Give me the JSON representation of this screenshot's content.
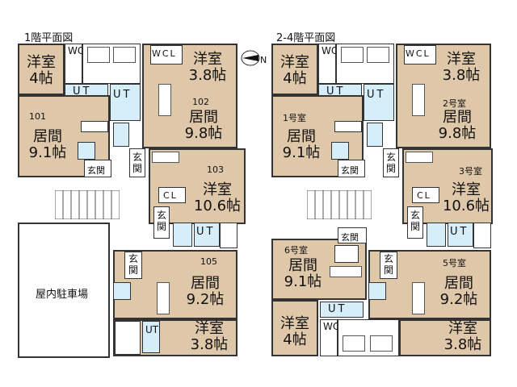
{
  "plans": {
    "left": {
      "title": "1階平面図",
      "rooms": {
        "a_youshitsu": "洋室",
        "a_size": "4帖",
        "b_youshitsu": "洋室",
        "b_size": "3.8帖",
        "r101": "101",
        "r101_name": "居間",
        "r101_size": "9.1帖",
        "r102": "102",
        "r102_name": "居間",
        "r102_size": "9.8帖",
        "r103": "103",
        "r103_name": "洋室",
        "r103_size": "10.6帖",
        "r105": "105",
        "r105_name": "居間",
        "r105_size": "9.2帖",
        "c_youshitsu": "洋室",
        "c_size": "3.8帖"
      },
      "labels": {
        "wcl_1": "WCL",
        "wcl_2": "WCL",
        "ut_1": "UT",
        "ut_2": "UT",
        "ut_3": "UT",
        "ut_4": "UT",
        "cl": "CL",
        "genkan_1": "玄関",
        "genkan_2": "玄関",
        "genkan_3": "玄関",
        "genkan_4": "玄関",
        "parking": "屋内駐車場"
      }
    },
    "right": {
      "title": "2-4階平面図",
      "rooms": {
        "a_youshitsu": "洋室",
        "a_size": "4帖",
        "b_youshitsu": "洋室",
        "b_size": "3.8帖",
        "r1": "1号室",
        "r1_name": "居間",
        "r1_size": "9.1帖",
        "r2": "2号室",
        "r2_name": "居間",
        "r2_size": "9.8帖",
        "r3": "3号室",
        "r3_name": "洋室",
        "r3_size": "10.6帖",
        "r6": "6号室",
        "r6_name": "居間",
        "r6_size": "9.1帖",
        "r5": "5号室",
        "r5_name": "居間",
        "r5_size": "9.2帖",
        "d_youshitsu": "洋室",
        "d_size": "4帖",
        "e_youshitsu": "洋室",
        "e_size": "3.8帖"
      },
      "labels": {
        "wcl_1": "WCL",
        "wcl_2": "WCL",
        "wcl_3": "WCL",
        "ut_1": "UT",
        "ut_2": "UT",
        "ut_3": "UT",
        "ut_4": "UT",
        "cl": "CL",
        "genkan_1": "玄関",
        "genkan_2": "玄関",
        "genkan_3": "玄関",
        "genkan_4": "玄関",
        "genkan_5": "玄関"
      }
    }
  },
  "compass": "N",
  "colors": {
    "room": "#dfc7a9",
    "wet": "#d6eef9",
    "wall": "#333333"
  }
}
